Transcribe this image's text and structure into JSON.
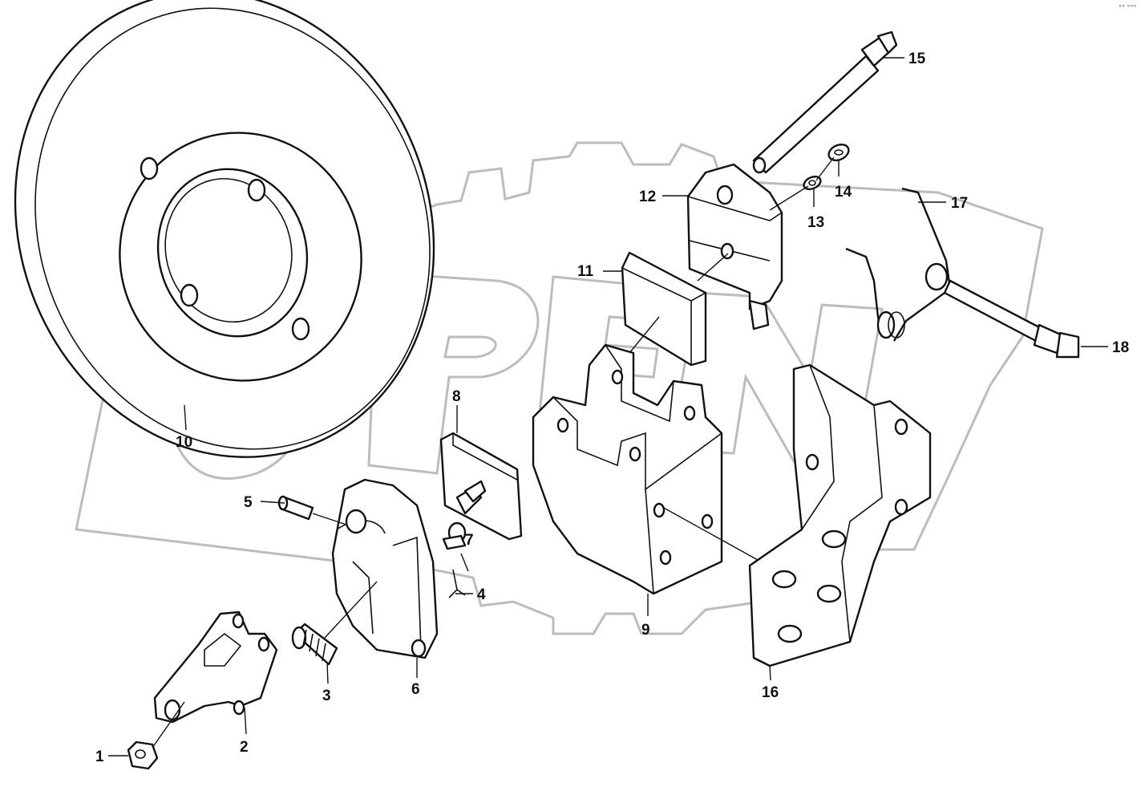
{
  "watermark": "OPEN",
  "corner_note": "°° °°°",
  "callouts": {
    "1": "1",
    "2": "2",
    "3": "3",
    "4": "4",
    "5": "5",
    "6": "6",
    "7": "7",
    "8": "8",
    "9": "9",
    "10": "10",
    "11": "11",
    "12": "12",
    "13": "13",
    "14": "14",
    "15": "15",
    "16": "16",
    "17": "17",
    "18": "18"
  },
  "colors": {
    "line": "#111111",
    "watermark": "#bcbcbc",
    "background": "#ffffff"
  }
}
